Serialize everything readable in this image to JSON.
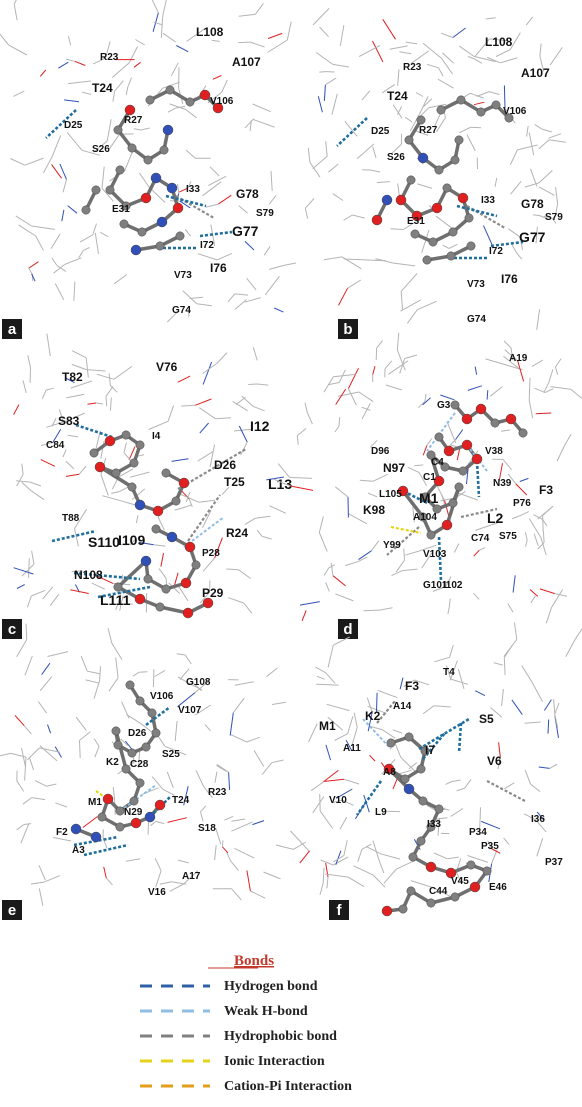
{
  "panels": [
    {
      "id": "a",
      "letter": "a",
      "labels": [
        {
          "text": "L108",
          "size": "m"
        },
        {
          "text": "R23",
          "size": "s"
        },
        {
          "text": "A107",
          "size": "m"
        },
        {
          "text": "T24",
          "size": "m"
        },
        {
          "text": "V106",
          "size": "s"
        },
        {
          "text": "R27",
          "size": "s"
        },
        {
          "text": "D25",
          "size": "s"
        },
        {
          "text": "S26",
          "size": "s"
        },
        {
          "text": "I33",
          "size": "s"
        },
        {
          "text": "G78",
          "size": "m"
        },
        {
          "text": "S79",
          "size": "s"
        },
        {
          "text": "E31",
          "size": "s"
        },
        {
          "text": "G77",
          "size": "l"
        },
        {
          "text": "I72",
          "size": "s"
        },
        {
          "text": "V73",
          "size": "s"
        },
        {
          "text": "I76",
          "size": "m"
        },
        {
          "text": "G74",
          "size": "s"
        }
      ]
    },
    {
      "id": "b",
      "letter": "b",
      "labels": [
        {
          "text": "L108",
          "size": "m"
        },
        {
          "text": "R23",
          "size": "s"
        },
        {
          "text": "A107",
          "size": "m"
        },
        {
          "text": "T24",
          "size": "m"
        },
        {
          "text": "V106",
          "size": "s"
        },
        {
          "text": "R27",
          "size": "s"
        },
        {
          "text": "D25",
          "size": "s"
        },
        {
          "text": "S26",
          "size": "s"
        },
        {
          "text": "I33",
          "size": "s"
        },
        {
          "text": "G78",
          "size": "m"
        },
        {
          "text": "S79",
          "size": "s"
        },
        {
          "text": "E31",
          "size": "s"
        },
        {
          "text": "G77",
          "size": "l"
        },
        {
          "text": "I72",
          "size": "s"
        },
        {
          "text": "V73",
          "size": "s"
        },
        {
          "text": "I76",
          "size": "m"
        },
        {
          "text": "G74",
          "size": "s"
        }
      ]
    },
    {
      "id": "c",
      "letter": "c",
      "labels": [
        {
          "text": "T82",
          "size": "m"
        },
        {
          "text": "V76",
          "size": "m"
        },
        {
          "text": "S83",
          "size": "m"
        },
        {
          "text": "I12",
          "size": "l"
        },
        {
          "text": "C84",
          "size": "s"
        },
        {
          "text": "I4",
          "size": "s"
        },
        {
          "text": "D26",
          "size": "m"
        },
        {
          "text": "T25",
          "size": "m"
        },
        {
          "text": "L13",
          "size": "l"
        },
        {
          "text": "T88",
          "size": "s"
        },
        {
          "text": "R24",
          "size": "m"
        },
        {
          "text": "S110",
          "size": "l"
        },
        {
          "text": "I109",
          "size": "l"
        },
        {
          "text": "P28",
          "size": "s"
        },
        {
          "text": "N108",
          "size": "m"
        },
        {
          "text": "L111",
          "size": "l"
        },
        {
          "text": "P29",
          "size": "m"
        }
      ]
    },
    {
      "id": "d",
      "letter": "d",
      "labels": [
        {
          "text": "A19",
          "size": "s"
        },
        {
          "text": "G3",
          "size": "s"
        },
        {
          "text": "D96",
          "size": "s"
        },
        {
          "text": "V38",
          "size": "s"
        },
        {
          "text": "C4",
          "size": "s"
        },
        {
          "text": "N97",
          "size": "m"
        },
        {
          "text": "C1",
          "size": "s"
        },
        {
          "text": "N39",
          "size": "s"
        },
        {
          "text": "L105",
          "size": "s"
        },
        {
          "text": "M1",
          "size": "l"
        },
        {
          "text": "F3",
          "size": "m"
        },
        {
          "text": "P76",
          "size": "s"
        },
        {
          "text": "K98",
          "size": "m"
        },
        {
          "text": "A104",
          "size": "s"
        },
        {
          "text": "L2",
          "size": "l"
        },
        {
          "text": "S75",
          "size": "s"
        },
        {
          "text": "C74",
          "size": "s"
        },
        {
          "text": "Y99",
          "size": "s"
        },
        {
          "text": "V103",
          "size": "s"
        },
        {
          "text": "G101",
          "size": "s"
        },
        {
          "text": "I102",
          "size": "s"
        }
      ]
    },
    {
      "id": "e",
      "letter": "e",
      "labels": [
        {
          "text": "G108",
          "size": "s"
        },
        {
          "text": "V106",
          "size": "s"
        },
        {
          "text": "V107",
          "size": "s"
        },
        {
          "text": "D26",
          "size": "s"
        },
        {
          "text": "S25",
          "size": "s"
        },
        {
          "text": "K2",
          "size": "s"
        },
        {
          "text": "C28",
          "size": "s"
        },
        {
          "text": "R23",
          "size": "s"
        },
        {
          "text": "T24",
          "size": "s"
        },
        {
          "text": "M1",
          "size": "s"
        },
        {
          "text": "N29",
          "size": "s"
        },
        {
          "text": "F2",
          "size": "s"
        },
        {
          "text": "A3",
          "size": "s"
        },
        {
          "text": "S18",
          "size": "s"
        },
        {
          "text": "A17",
          "size": "s"
        },
        {
          "text": "V16",
          "size": "s"
        }
      ]
    },
    {
      "id": "f",
      "letter": "f",
      "labels": [
        {
          "text": "T4",
          "size": "s"
        },
        {
          "text": "F3",
          "size": "m"
        },
        {
          "text": "K2",
          "size": "m"
        },
        {
          "text": "A14",
          "size": "s"
        },
        {
          "text": "S5",
          "size": "m"
        },
        {
          "text": "M1",
          "size": "m"
        },
        {
          "text": "A11",
          "size": "s"
        },
        {
          "text": "I7",
          "size": "m"
        },
        {
          "text": "A8",
          "size": "s"
        },
        {
          "text": "V6",
          "size": "m"
        },
        {
          "text": "V10",
          "size": "s"
        },
        {
          "text": "L9",
          "size": "s"
        },
        {
          "text": "I33",
          "size": "s"
        },
        {
          "text": "P34",
          "size": "s"
        },
        {
          "text": "I36",
          "size": "s"
        },
        {
          "text": "P35",
          "size": "s"
        },
        {
          "text": "P37",
          "size": "s"
        },
        {
          "text": "C44",
          "size": "s"
        },
        {
          "text": "V45",
          "size": "s"
        },
        {
          "text": "E46",
          "size": "s"
        }
      ]
    }
  ],
  "legend": {
    "title": "Bonds",
    "items": [
      {
        "label": "Hydrogen bond",
        "color": "#2f5fa6"
      },
      {
        "label": "Weak H-bond",
        "color": "#8fbde3"
      },
      {
        "label": "Hydrophobic bond",
        "color": "#808080"
      },
      {
        "label": "Ionic Interaction",
        "color": "#e6d21a"
      },
      {
        "label": "Cation-Pi Interaction",
        "color": "#e39e1a"
      }
    ]
  },
  "colors": {
    "carbon": "#7f7f7f",
    "oxygen": "#e02020",
    "nitrogen": "#3050b8",
    "sulfur": "#e8d200",
    "wire": "#b4b4b4",
    "hbond": "#1f6e9e",
    "weak": "#8fbde3",
    "hydrophobic": "#8a8a8a",
    "label_box": "#1a1a1a"
  }
}
